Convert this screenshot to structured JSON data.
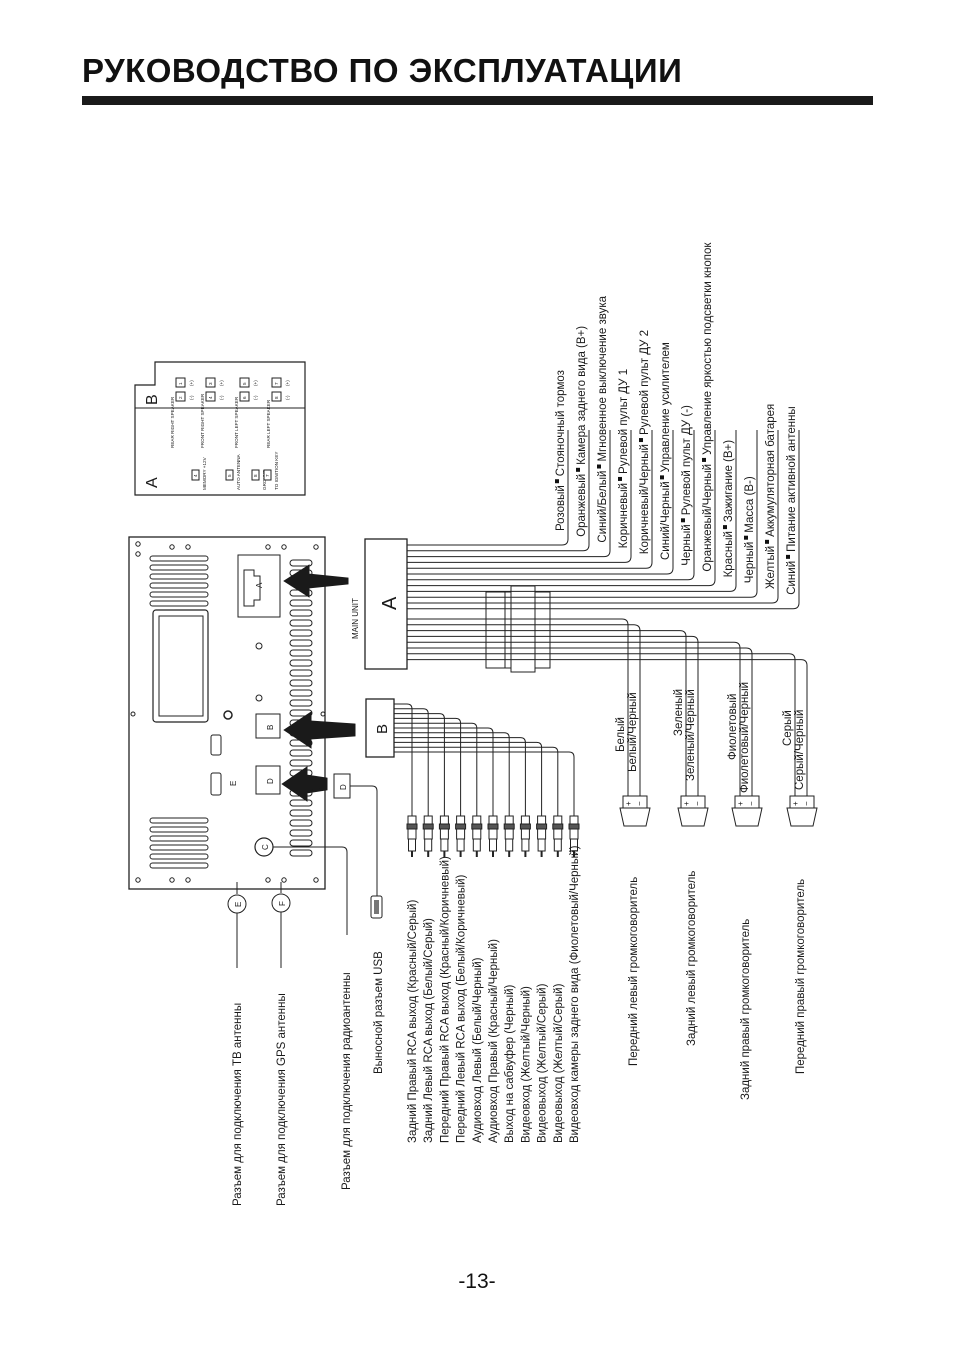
{
  "page": {
    "title": "РУКОВОДСТВО ПО ЭКСПЛУАТАЦИИ",
    "page_number": "-13-"
  },
  "connector_a": {
    "letter": "A",
    "unit_label": "MAIN UNIT",
    "wires": [
      {
        "color_name": "Розовый",
        "function": "Стояночный тормоз"
      },
      {
        "color_name": "Оранжевый",
        "function": "Камера заднего вида (B+)"
      },
      {
        "color_name": "Синий/Белый",
        "function": "Мгновенное выключение звука"
      },
      {
        "color_name": "Коричневый",
        "function": "Рулевой пульт ДУ 1"
      },
      {
        "color_name": "Коричневый/Черный",
        "function": "Рулевой пульт ДУ 2"
      },
      {
        "color_name": "Синий/Черный",
        "function": "Управление усилителем"
      },
      {
        "color_name": "Черный",
        "function": "Рулевой пульт ДУ (-)"
      },
      {
        "color_name": "Оранжевый/Черный",
        "function": "Управление яркостью подсветки кнопок"
      },
      {
        "color_name": "Красный",
        "function": "Зажигание (B+)"
      },
      {
        "color_name": "Черный",
        "function": "Масса (B-)"
      },
      {
        "color_name": "Желтый",
        "function": "Аккумуляторная батарея"
      },
      {
        "color_name": "Синий",
        "function": "Питание активной антенны"
      }
    ],
    "speaker_wires": [
      "Белый",
      "Белый/Черный",
      "Зеленый",
      "Зеленый/Черный",
      "Фиолетовый",
      "Фиолетовый/Черный",
      "Серый",
      "Серый/Черный"
    ],
    "speakers": [
      "Передний левый громкоговоритель",
      "Задний левый громкоговоритель",
      "Задний правый громкоговоритель",
      "Передний правый громкоговоритель"
    ]
  },
  "connector_b": {
    "letter": "B",
    "rca": [
      "Задний Правый RCA выход (Красный/Серый)",
      "Задний Левый RCA выход (Белый/Серый)",
      "Передний Правый RCA выход (Красный/Коричневый)",
      "Передний Левый RCA выход (Белый/Коричневый)",
      "Аудиовход Левый (Белый/Черный)",
      "Аудиовход Правый (Красный/Черный)",
      "Выход на сабвуфер (Черный)",
      "Видеовход (Желтый/Черный)",
      "Видеовыход (Желтый/Серый)",
      "Видеовыход (Желтый/Серый)",
      "Видеовход камеры заднего вида (Фиолетовый/Черный)"
    ]
  },
  "connector_d": {
    "letter": "D",
    "usb_label": "Выносной разъем USB"
  },
  "port_labels": {
    "e": "E",
    "c": "C",
    "f": "F",
    "a": "A",
    "b": "B",
    "d": "D",
    "tv": "Разъем для подключения ТВ антенны",
    "gps": "Разъем для подключения GPS антенны",
    "radio": "Разъем для подключения радиоантенны"
  },
  "pinout": {
    "block_a": "A",
    "block_b": "B",
    "a_labels": [
      "MEMORY +12V",
      "AUTO ANTENNA",
      "GROUND",
      "TO IGNITION KEY"
    ],
    "a_pins": [
      "4",
      "5",
      "8",
      "7"
    ],
    "b_labels": [
      "REAR RIGHT SPEAKER",
      "FRONT RIGHT SPEAKER",
      "FRONT LEFT SPEAKER",
      "REAR LEFT SPEAKER"
    ],
    "b_pins": [
      "2",
      "1",
      "4",
      "3",
      "6",
      "5",
      "8",
      "7"
    ],
    "b_sign": [
      "(-)",
      "(+)"
    ]
  },
  "signs": {
    "plus": "+",
    "minus": "−"
  }
}
